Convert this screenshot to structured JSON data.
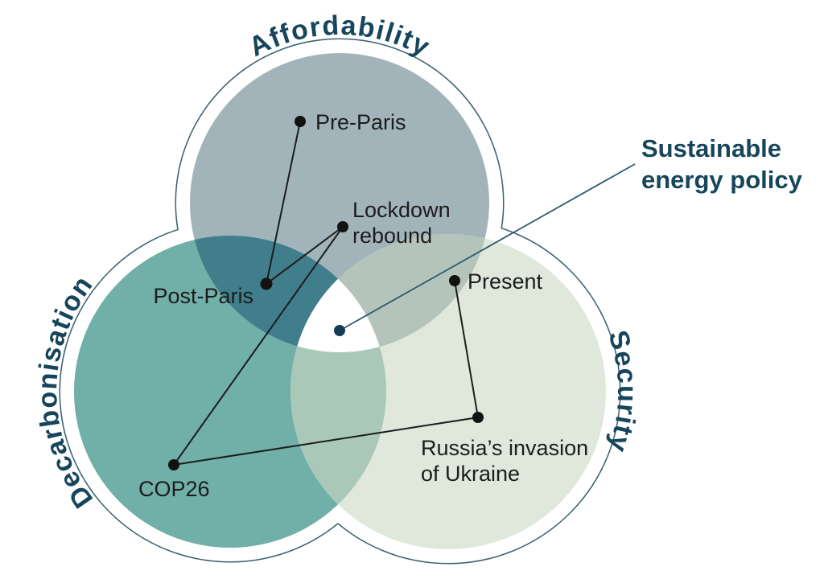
{
  "venn": {
    "circles": [
      {
        "id": "affordability",
        "title": "Affordability",
        "color": "#a2b4ba"
      },
      {
        "id": "decarbonisation",
        "title": "Decarbonisation",
        "color": "#71afa9"
      },
      {
        "id": "security",
        "title": "Security",
        "color": "#dfe8db"
      }
    ],
    "colors": {
      "affordability_decarbonisation": "#417e8b",
      "affordability_security": "#b4c4ba",
      "decarbonisation_security": "#a9c8b8",
      "triple_center": "#ffffff",
      "outline": "#3a6070",
      "title_text": "#16455c",
      "annotation_text": "#16455c",
      "event_text": "#1c1c1c",
      "event_dot": "#121212",
      "policy_dot": "#133d52",
      "trend_line": "#1c1c1c",
      "pointer_line": "#2d5a6d",
      "background": "#ffffff"
    },
    "nodes": {
      "pre_paris": {
        "label": "Pre-Paris"
      },
      "post_paris": {
        "label": "Post-Paris"
      },
      "lockdown_rebound": {
        "line1": "Lockdown",
        "line2": "rebound"
      },
      "cop26": {
        "label": "COP26"
      },
      "russia_ukraine": {
        "line1": "Russia’s invasion",
        "line2": "of Ukraine"
      },
      "present": {
        "label": "Present"
      }
    },
    "annotation": {
      "line1": "Sustainable",
      "line2": "energy policy"
    },
    "sequence": [
      "Pre-Paris",
      "Post-Paris",
      "Lockdown rebound",
      "COP26",
      "Russia’s invasion of Ukraine",
      "Present"
    ]
  }
}
